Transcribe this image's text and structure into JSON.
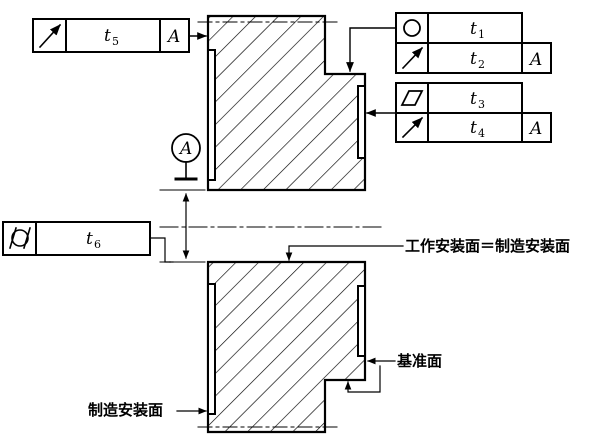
{
  "tolerance_frames": {
    "t5": {
      "value": "t",
      "subscript": "5",
      "datum": "A",
      "symbol": "circular-runout"
    },
    "t1": {
      "value": "t",
      "subscript": "1",
      "symbol": "circularity"
    },
    "t2": {
      "value": "t",
      "subscript": "2",
      "datum": "A",
      "symbol": "circular-runout"
    },
    "t3": {
      "value": "t",
      "subscript": "3",
      "symbol": "flatness"
    },
    "t4": {
      "value": "t",
      "subscript": "4",
      "datum": "A",
      "symbol": "circular-runout"
    },
    "t6": {
      "value": "t",
      "subscript": "6",
      "symbol": "cylindricity"
    }
  },
  "datum_marker": {
    "letter": "A"
  },
  "labels": {
    "work_install_face": "工作安装面＝制造安装面",
    "reference_face": "基准面",
    "mfg_install_face": "制造安装面"
  }
}
